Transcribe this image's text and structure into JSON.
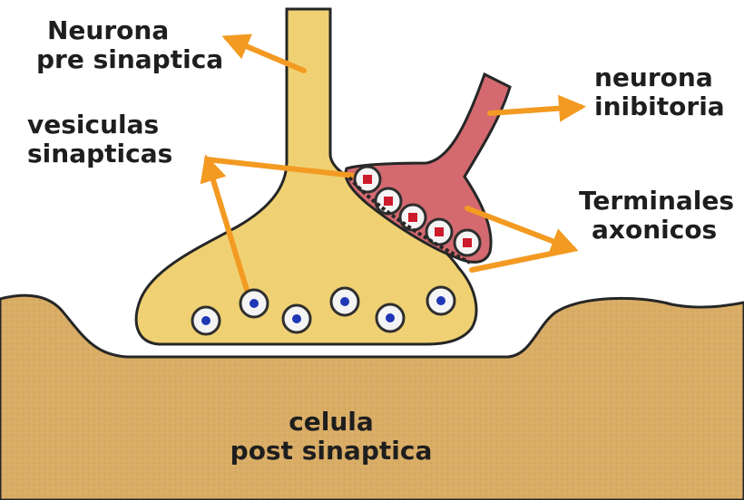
{
  "labels": {
    "pre_synaptic_neuron": [
      "Neurona",
      "pre sinaptica"
    ],
    "synaptic_vesicles": [
      "vesiculas",
      "sinapticas"
    ],
    "inhibitory_neuron": [
      "neurona",
      "inibitoria"
    ],
    "axon_terminals": [
      "Terminales",
      "axonicos"
    ],
    "post_synaptic_cell": [
      "celula",
      "post sinaptica"
    ]
  },
  "colors": {
    "post_synaptic_cell": "#d9ad66",
    "pre_synaptic_neuron": "#efd173",
    "inhibitory_neuron": "#d46a70",
    "arrow": "#f39a22",
    "vesicle_core_blue": "#1f37b5",
    "vesicle_core_red": "#cc1b2a",
    "outline": "#262626"
  }
}
